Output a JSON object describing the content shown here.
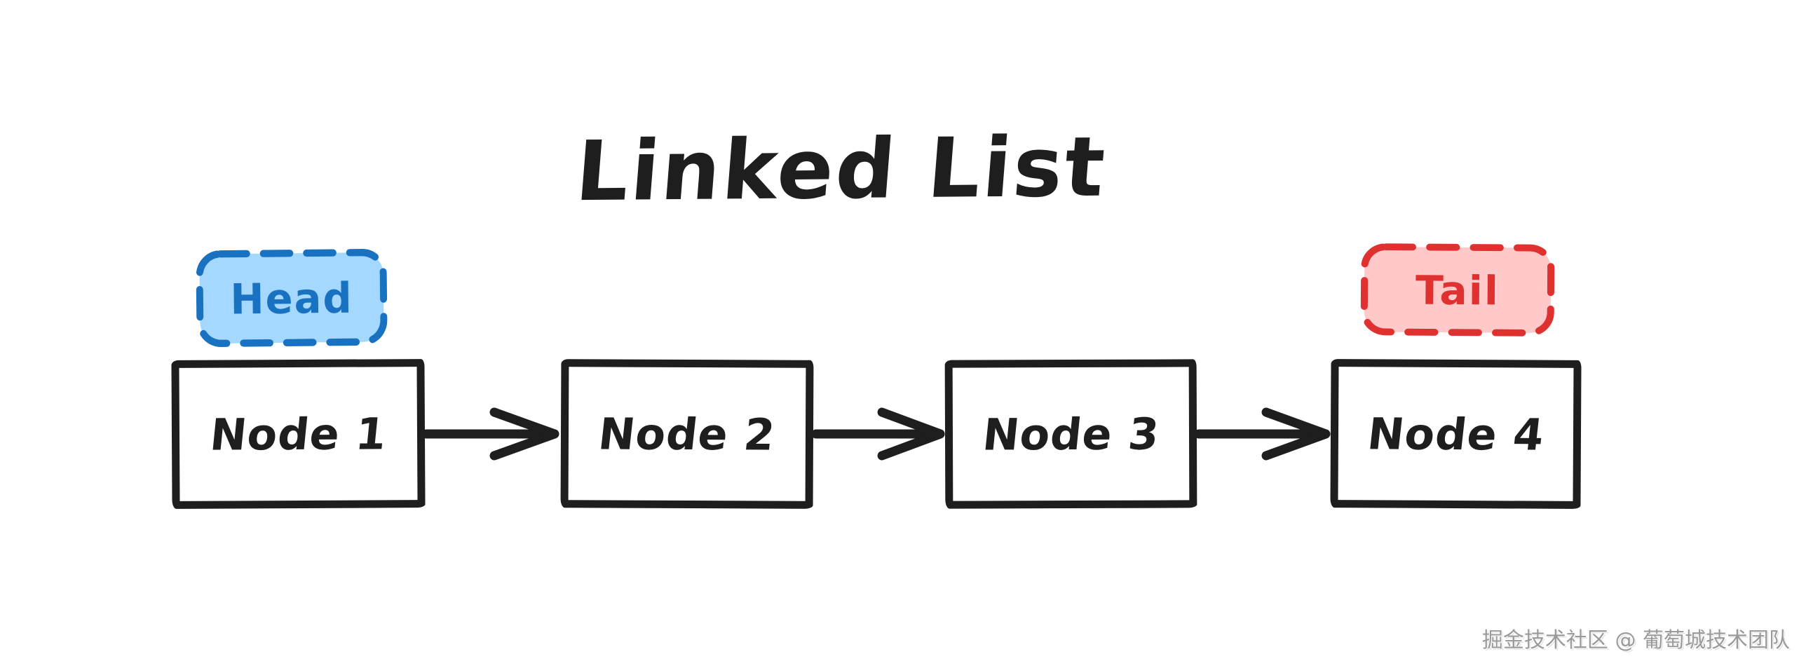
{
  "title": "Linked List",
  "badges": {
    "head": {
      "label": "Head",
      "border_color": "#1971c2",
      "fill_color": "#a5d8ff",
      "text_color": "#1971c2"
    },
    "tail": {
      "label": "Tail",
      "border_color": "#e03131",
      "fill_color": "#ffc9c9",
      "text_color": "#e03131"
    }
  },
  "nodes": [
    {
      "label": "Node 1"
    },
    {
      "label": "Node 2"
    },
    {
      "label": "Node 3"
    },
    {
      "label": "Node 4"
    }
  ],
  "connections": [
    {
      "from": "Node 1",
      "to": "Node 2"
    },
    {
      "from": "Node 2",
      "to": "Node 3"
    },
    {
      "from": "Node 3",
      "to": "Node 4"
    }
  ],
  "colors": {
    "stroke": "#1e1e1e",
    "background": "#ffffff"
  },
  "watermark": {
    "text": "掘金技术社区 @ 葡萄城技术团队",
    "color": "#9a9a9a"
  }
}
